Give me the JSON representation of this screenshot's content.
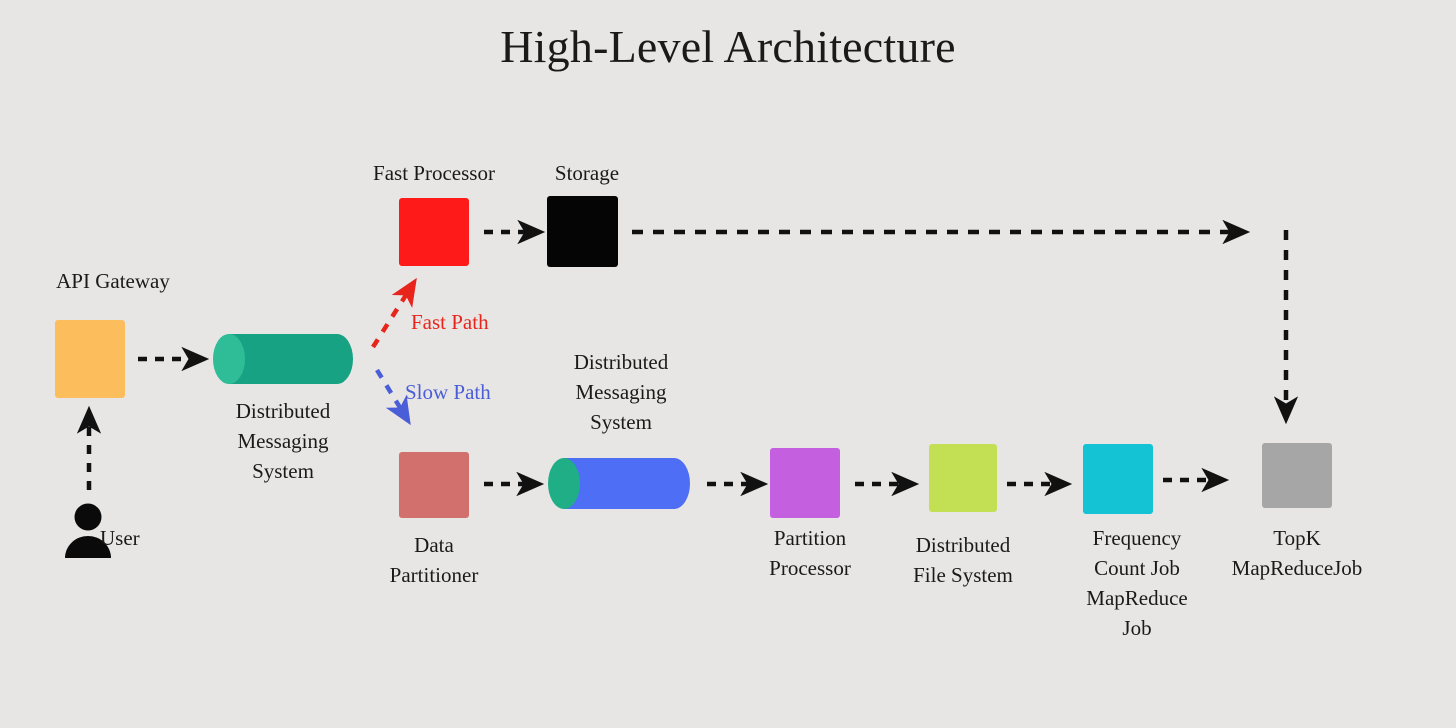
{
  "title": "High-Level Architecture",
  "background_color": "#e8e6e4",
  "nodes": {
    "api_gateway": {
      "label": "API Gateway",
      "color": "#fcbd5c",
      "shape": "box"
    },
    "messaging_top": {
      "label": "Distributed\nMessaging\nSystem",
      "color": "#17a383",
      "cap_color": "#2ebd97",
      "shape": "cylinder"
    },
    "fast_processor": {
      "label": "Fast Processor",
      "color": "#ff1a1a",
      "shape": "box"
    },
    "storage": {
      "label": "Storage",
      "color": "#050505",
      "shape": "box"
    },
    "data_partitioner": {
      "label": "Data\nPartitioner",
      "color": "#d1706c",
      "shape": "box"
    },
    "messaging_bottom": {
      "label": "Distributed\nMessaging\nSystem",
      "color": "#4d6ef5",
      "cap_color": "#1fae86",
      "shape": "cylinder"
    },
    "partition_processor": {
      "label": "Partition\nProcessor",
      "color": "#c45fe0",
      "shape": "box"
    },
    "distributed_file_system": {
      "label": "Distributed\nFile System",
      "color": "#c3e055",
      "shape": "box"
    },
    "frequency_count_job": {
      "label": "Frequency\nCount Job\nMapReduce\nJob",
      "color": "#14c4d4",
      "shape": "box"
    },
    "topk_mapreduce_job": {
      "label": "TopK\nMapReduceJob",
      "color": "#a6a6a6",
      "shape": "box"
    },
    "user": {
      "label": "User",
      "color": "#0a0a0a",
      "shape": "person-icon"
    }
  },
  "paths": {
    "fast_path": {
      "label": "Fast Path",
      "color": "#e8251c"
    },
    "slow_path": {
      "label": "Slow Path",
      "color": "#4a5ed8"
    }
  },
  "edges": {
    "arrow_color": "#111111",
    "list": [
      {
        "from": "user",
        "to": "api_gateway",
        "style": "dashed"
      },
      {
        "from": "api_gateway",
        "to": "messaging_top",
        "style": "dashed"
      },
      {
        "from": "messaging_top",
        "to": "fast_processor",
        "style": "dashed",
        "label": "Fast Path"
      },
      {
        "from": "messaging_top",
        "to": "data_partitioner",
        "style": "dashed",
        "label": "Slow Path"
      },
      {
        "from": "fast_processor",
        "to": "storage",
        "style": "dashed"
      },
      {
        "from": "storage",
        "to": "topk_mapreduce_job",
        "style": "dashed"
      },
      {
        "from": "data_partitioner",
        "to": "messaging_bottom",
        "style": "dashed"
      },
      {
        "from": "messaging_bottom",
        "to": "partition_processor",
        "style": "dashed"
      },
      {
        "from": "partition_processor",
        "to": "distributed_file_system",
        "style": "dashed"
      },
      {
        "from": "distributed_file_system",
        "to": "frequency_count_job",
        "style": "dashed"
      },
      {
        "from": "frequency_count_job",
        "to": "topk_mapreduce_job",
        "style": "dashed"
      }
    ]
  }
}
